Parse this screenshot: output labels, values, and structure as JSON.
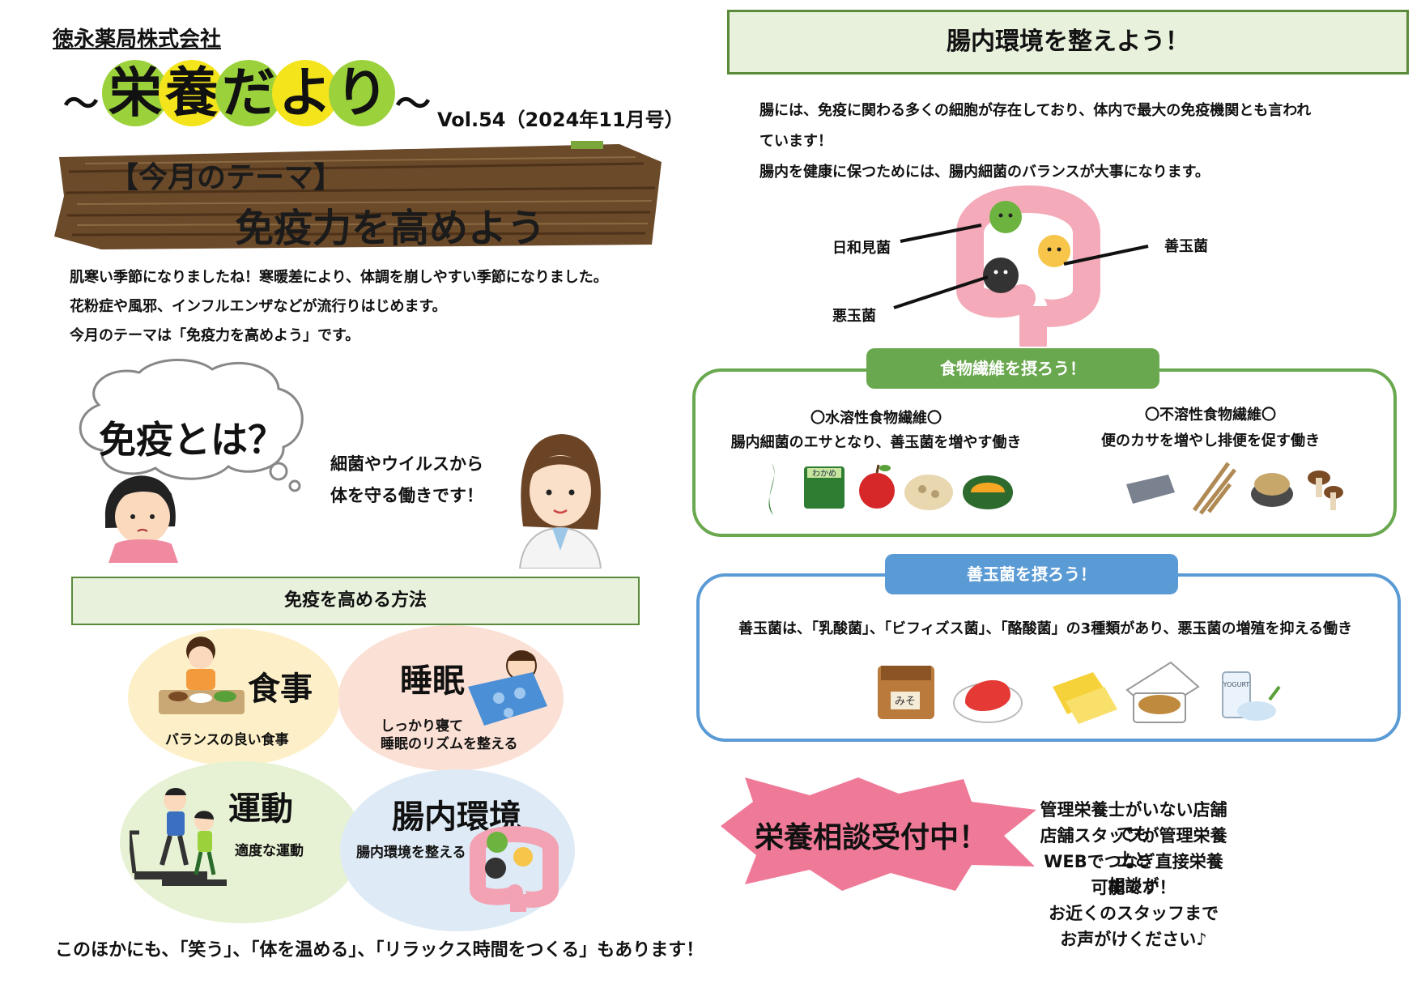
{
  "left": {
    "company": "徳永薬局株式会社",
    "title_tilde_left": "～",
    "title_chars": [
      "栄",
      "養",
      "だ",
      "よ",
      "り"
    ],
    "title_tilde_right": "～",
    "vol": "Vol.54（2024年11月号）",
    "theme_label": "【今月のテーマ】",
    "theme_title": "免疫力を高めよう",
    "intro": [
      "肌寒い季節になりましたね！寒暖差により、体調を崩しやすい季節になりました。",
      "花粉症や風邪、インフルエンザなどが流行りはじめます。",
      "今月のテーマは「免疫力を高めよう」です。"
    ],
    "question": "免疫とは？",
    "answer": [
      "細菌やウイルスから",
      "体を守る働きです！"
    ],
    "methods_header": "免疫を高める方法",
    "methods": [
      {
        "title": "食事",
        "sub": [
          "バランスの良い食事"
        ]
      },
      {
        "title": "睡眠",
        "sub": [
          "しっかり寝て",
          "睡眠のリズムを整える"
        ]
      },
      {
        "title": "運動",
        "sub": [
          "適度な運動"
        ]
      },
      {
        "title": "腸内環境",
        "sub": [
          "腸内環境を整える"
        ]
      }
    ],
    "footer": "このほかにも、「笑う」、「体を温める」、「リラックス時間をつくる」もあります！"
  },
  "right": {
    "header": "腸内環境を整えよう！",
    "intro": [
      "腸には、免疫に関わる多くの細胞が存在しており、体内で最大の免疫機関とも言われ",
      "ています！",
      "腸内を健康に保つためには、腸内細菌のバランスが大事になります。"
    ],
    "bacteria_labels": {
      "neutral": "日和見菌",
      "good": "善玉菌",
      "bad": "悪玉菌"
    },
    "fiber": {
      "tab": "食物繊維を摂ろう！",
      "soluble_title": "〇水溶性食物繊維〇",
      "soluble_desc": "腸内細菌のエサとなり、善玉菌を増やす働き",
      "insoluble_title": "〇不溶性食物繊維〇",
      "insoluble_desc": "便のカサを増やし排便を促す働き",
      "wakame_label": "わかめ"
    },
    "probiotics": {
      "tab": "善玉菌を摂ろう！",
      "desc": "善玉菌は、「乳酸菌」、「ビフィズス菌」、「酪酸菌」の3種類があり、悪玉菌の増殖を抑える働き",
      "miso_label": "みそ",
      "yogurt_label": "YOGURT"
    },
    "consult_label": "栄養相談受付中！",
    "consult_text": [
      "管理栄養士がいない店舗でも",
      "店舗スタッフが管理栄養士と",
      "WEBでつなぎ直接栄養相談が",
      "可能です！",
      "お近くのスタッフまで",
      "お声がけください♪"
    ]
  },
  "colors": {
    "title_circle_1": "#9bd23c",
    "title_circle_2": "#f4e41c",
    "green_accent": "#6aa84f",
    "blue_accent": "#5b9bd5",
    "consult_burst": "#ef7a98",
    "wood": "#6b4a2a"
  }
}
